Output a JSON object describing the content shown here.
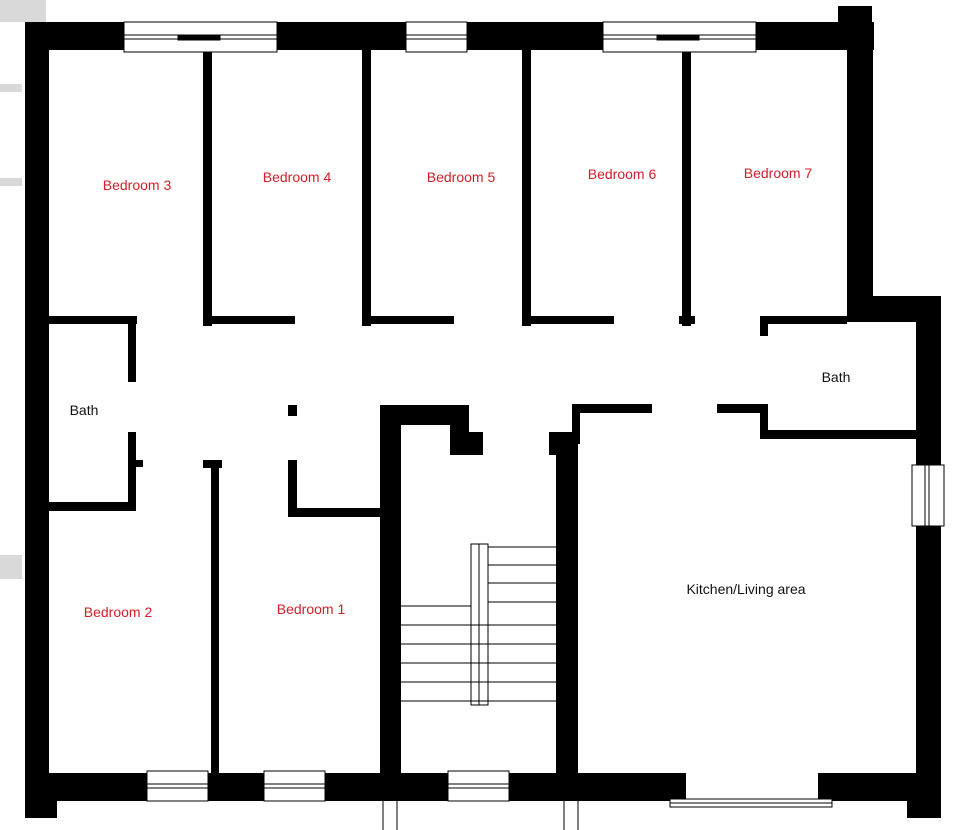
{
  "floor_plan": {
    "colors": {
      "wall": "#000000",
      "room_label": "#d0202a",
      "service_label": "#111111",
      "window": "#ffffff"
    },
    "rooms": {
      "bedroom_3": "Bedroom 3",
      "bedroom_4": "Bedroom 4",
      "bedroom_5": "Bedroom 5",
      "bedroom_6": "Bedroom 6",
      "bedroom_7": "Bedroom 7",
      "bath_left": "Bath",
      "bath_right": "Bath",
      "bedroom_2": "Bedroom 2",
      "bedroom_1": "Bedroom 1",
      "kitchen": "Kitchen/Living area"
    }
  }
}
